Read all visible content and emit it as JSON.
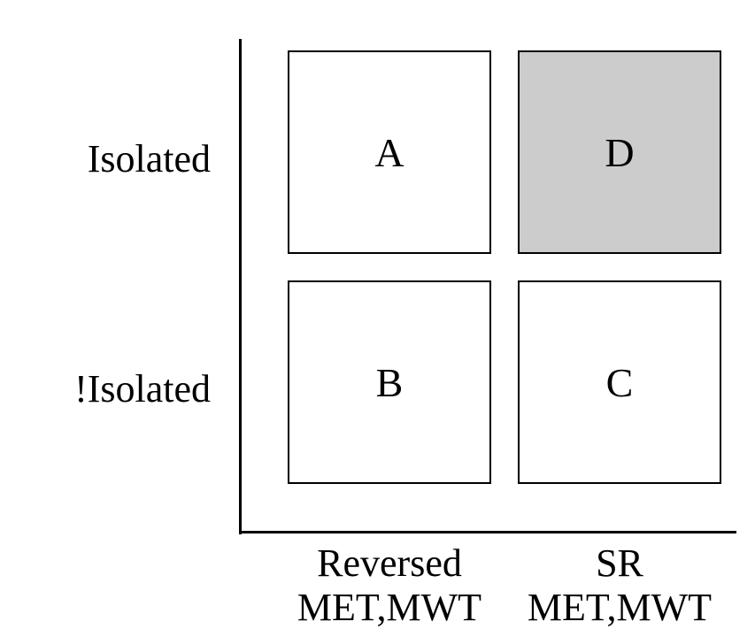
{
  "rows": {
    "top_label": "Isolated",
    "bottom_label": "!Isolated"
  },
  "columns": {
    "left_line1": "Reversed",
    "left_line2": "MET,MWT",
    "right_line1": "SR",
    "right_line2": "MET,MWT"
  },
  "quadrants": {
    "top_left": {
      "label": "A",
      "fill": "#ffffff"
    },
    "top_right": {
      "label": "D",
      "fill": "#cccccc"
    },
    "bottom_left": {
      "label": "B",
      "fill": "#ffffff"
    },
    "bottom_right": {
      "label": "C",
      "fill": "#ffffff"
    }
  }
}
